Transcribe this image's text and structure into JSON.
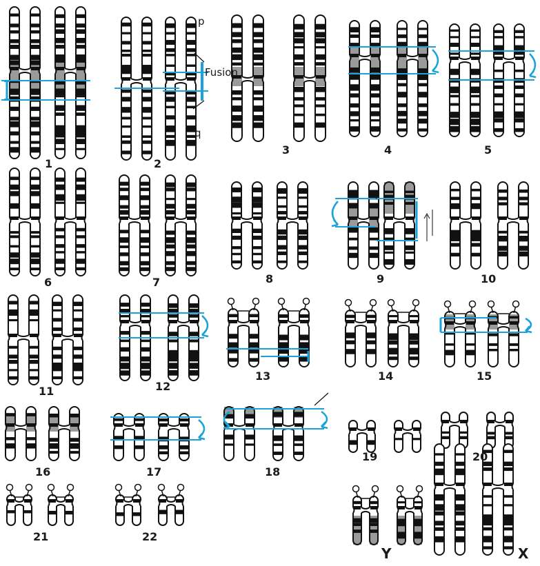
{
  "title": "",
  "colors": {
    "outline": "#111111",
    "band": "#111111",
    "highlight": "#9a9a9a",
    "annotation": "#1aa3d8",
    "background": "#ffffff"
  },
  "annotations": {
    "p_label": "p",
    "q_label": "q",
    "fusion_label": "Fusion"
  },
  "chromosomes": [
    {
      "label": "1"
    },
    {
      "label": "2"
    },
    {
      "label": "3"
    },
    {
      "label": "4"
    },
    {
      "label": "5"
    },
    {
      "label": "6"
    },
    {
      "label": "7"
    },
    {
      "label": "8"
    },
    {
      "label": "9"
    },
    {
      "label": "10"
    },
    {
      "label": "11"
    },
    {
      "label": "12"
    },
    {
      "label": "13"
    },
    {
      "label": "14"
    },
    {
      "label": "15"
    },
    {
      "label": "16"
    },
    {
      "label": "17"
    },
    {
      "label": "18"
    },
    {
      "label": "19"
    },
    {
      "label": "20"
    },
    {
      "label": "21"
    },
    {
      "label": "22"
    },
    {
      "label": "Y"
    },
    {
      "label": "X"
    }
  ]
}
